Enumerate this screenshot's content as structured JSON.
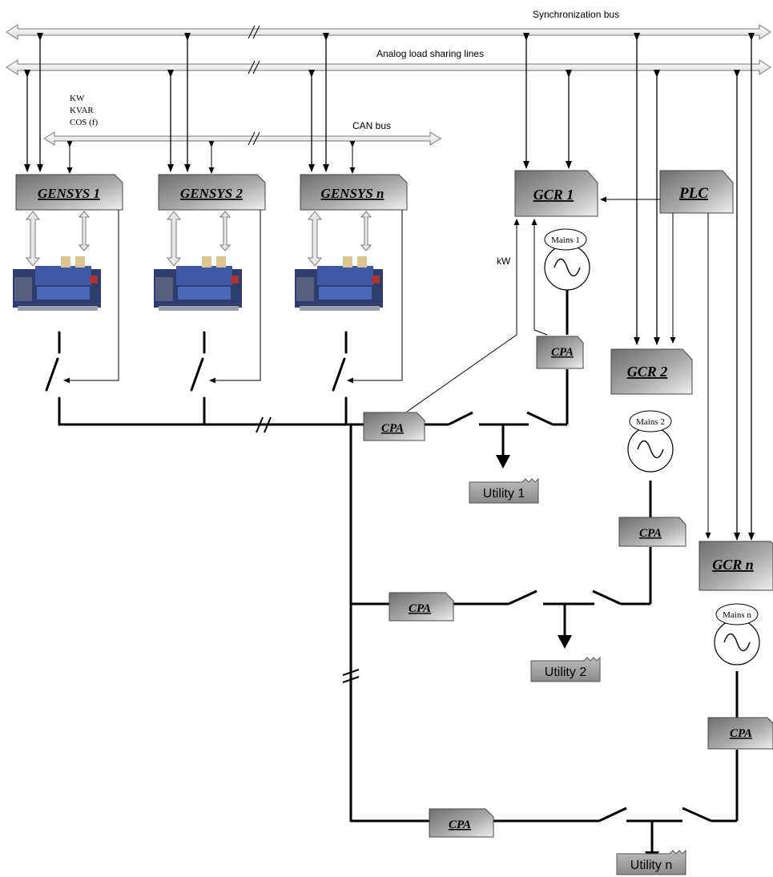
{
  "buses": {
    "sync": "Synchronization bus",
    "analog": "Analog load sharing lines",
    "can": "CAN bus"
  },
  "can_params": [
    "KW",
    "KVAR",
    "COS (f)"
  ],
  "gensys": [
    "GENSYS 1",
    "GENSYS 2",
    "GENSYS n"
  ],
  "gcr": [
    "GCR 1",
    "GCR 2",
    "GCR n"
  ],
  "plc": "PLC",
  "cpa": "CPA",
  "kw": "kW",
  "mains": [
    "Mains 1",
    "Mains 2",
    "Mains n"
  ],
  "utilities": [
    "Utility 1",
    "Utility 2",
    "Utility n"
  ]
}
